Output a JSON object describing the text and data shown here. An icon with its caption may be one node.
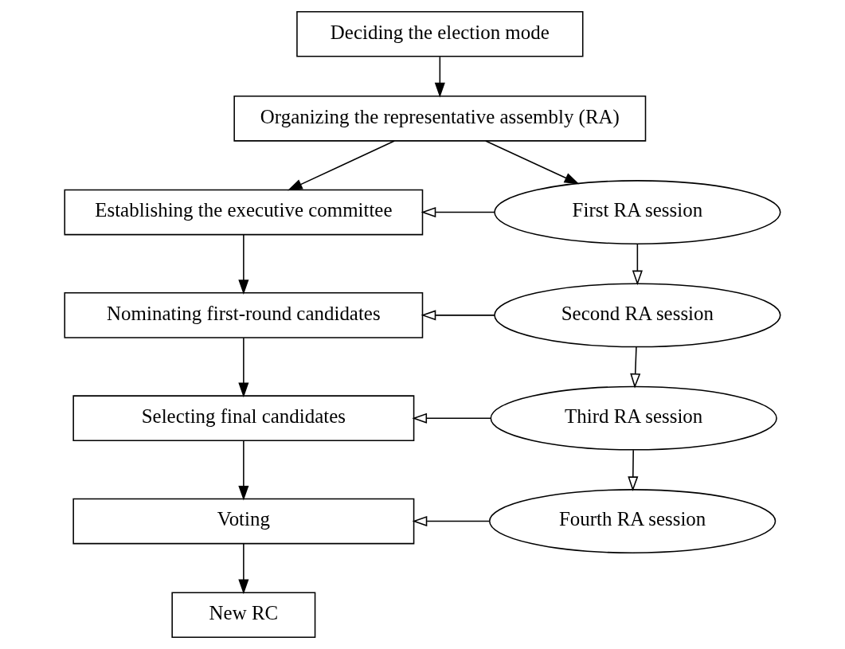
{
  "diagram": {
    "nodes": [
      {
        "text": [
          "Deciding the election mode"
        ]
      },
      {
        "text": [
          "Organizing the representative assembly (RA)"
        ]
      },
      {
        "text": [
          "Establishing the executive committee"
        ]
      },
      {
        "text": [
          "First RA session"
        ]
      },
      {
        "text": [
          "Nominating first-round candidates"
        ]
      },
      {
        "text": [
          "Second RA session"
        ]
      },
      {
        "text": [
          "Selecting final candidates"
        ]
      },
      {
        "text": [
          "Third RA session"
        ]
      },
      {
        "text": [
          "Voting"
        ]
      },
      {
        "text": [
          "Fourth RA session"
        ]
      },
      {
        "text": [
          "New RC"
        ]
      }
    ],
    "edges": [
      {
        "from": 0,
        "to": 1,
        "arrow": "to"
      },
      {
        "from": 1,
        "to": 2,
        "arrow": "to"
      },
      {
        "from": 1,
        "to": 3,
        "arrow": "to"
      },
      {
        "from": 2,
        "to": 4,
        "arrow": "to"
      },
      {
        "from": 3,
        "to": 2,
        "arrow": "to"
      },
      {
        "from": 4,
        "to": 6,
        "arrow": "to"
      },
      {
        "from": 5,
        "to": 4,
        "arrow": "to"
      },
      {
        "from": 6,
        "to": 8,
        "arrow": "to"
      },
      {
        "from": 7,
        "to": 6,
        "arrow": "to"
      },
      {
        "from": 8,
        "to": 10,
        "arrow": "to"
      },
      {
        "from": 9,
        "to": 8,
        "arrow": "to"
      },
      {
        "from": 3,
        "to": 5,
        "arrow": "to"
      },
      {
        "from": 5,
        "to": 7,
        "arrow": "to"
      },
      {
        "from": 7,
        "to": 9,
        "arrow": "to"
      }
    ]
  }
}
